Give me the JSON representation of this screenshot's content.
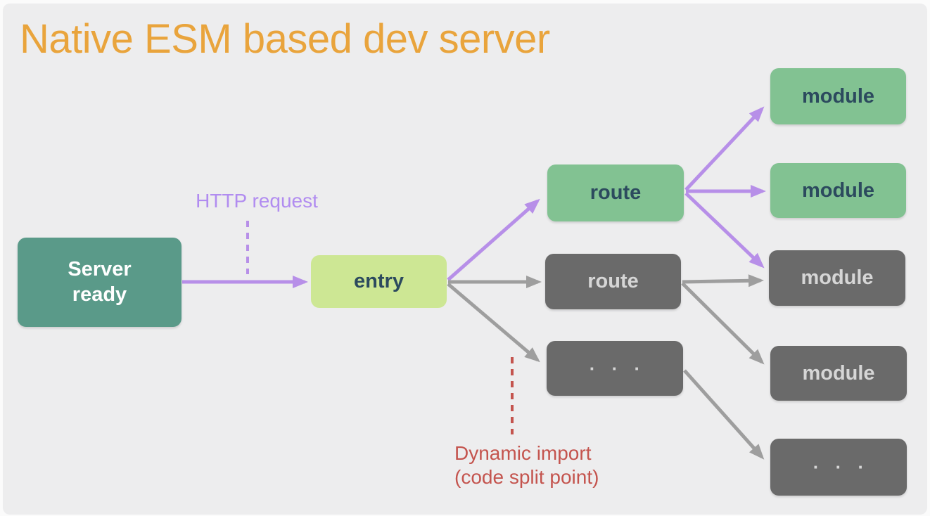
{
  "diagram": {
    "title": "Native ESM based dev server",
    "type": "flow-diagram"
  },
  "nodes": [
    {
      "id": "server-ready",
      "label": "Server\nready",
      "role": "start",
      "color": "#5A9A89"
    },
    {
      "id": "entry",
      "label": "entry",
      "role": "entry",
      "color": "#CDE794"
    },
    {
      "id": "route-top",
      "label": "route",
      "role": "loaded-route",
      "color": "#82C292"
    },
    {
      "id": "route-mid",
      "label": "route",
      "role": "unloaded-route",
      "color": "#6A6A6A"
    },
    {
      "id": "dots-mid",
      "label": "· · ·",
      "role": "more-routes",
      "color": "#6A6A6A"
    },
    {
      "id": "module-1",
      "label": "module",
      "role": "loaded-module",
      "color": "#82C292"
    },
    {
      "id": "module-2",
      "label": "module",
      "role": "loaded-module",
      "color": "#82C292"
    },
    {
      "id": "module-3",
      "label": "module",
      "role": "unloaded-module",
      "color": "#6A6A6A"
    },
    {
      "id": "module-4",
      "label": "module",
      "role": "unloaded-module",
      "color": "#6A6A6A"
    },
    {
      "id": "dots-bottom",
      "label": "· · ·",
      "role": "more-modules",
      "color": "#6A6A6A"
    }
  ],
  "edges": [
    {
      "from": "server-ready",
      "to": "entry",
      "style": "purple"
    },
    {
      "from": "entry",
      "to": "route-top",
      "style": "purple"
    },
    {
      "from": "entry",
      "to": "route-mid",
      "style": "gray"
    },
    {
      "from": "entry",
      "to": "dots-mid",
      "style": "gray"
    },
    {
      "from": "route-top",
      "to": "module-1",
      "style": "purple"
    },
    {
      "from": "route-top",
      "to": "module-2",
      "style": "purple"
    },
    {
      "from": "route-top",
      "to": "module-3",
      "style": "purple"
    },
    {
      "from": "route-mid",
      "to": "module-3",
      "style": "gray"
    },
    {
      "from": "route-mid",
      "to": "module-4",
      "style": "gray"
    },
    {
      "from": "dots-mid",
      "to": "dots-bottom",
      "style": "gray"
    }
  ],
  "annotations": {
    "http_request": {
      "text": "HTTP request",
      "color": "#B18CF0"
    },
    "dynamic_import": {
      "line1": "Dynamic import",
      "line2": "(code split point)",
      "color": "#C4544E"
    }
  },
  "colors": {
    "background": "#EDEDEE",
    "page": "#FBFBFB",
    "title": "#E9A43C",
    "teal_node": "#5A9A89",
    "lime_node": "#CDE794",
    "green_node": "#82C292",
    "dark_node": "#6A6A6A",
    "dark_node_text": "#D6D6D6",
    "green_node_text": "#2C4A5E",
    "purple_arrow": "#B78FE8",
    "gray_arrow": "#9E9E9E",
    "red_dashed": "#C4544E"
  }
}
